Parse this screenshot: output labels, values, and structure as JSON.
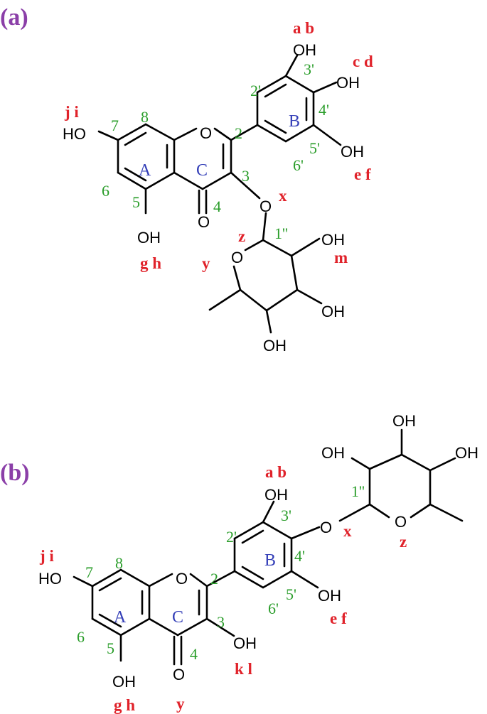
{
  "panel_a": {
    "tag": "(a)",
    "atoms": {
      "oh_3p": "OH",
      "oh_4p": "OH",
      "oh_5p": "OH",
      "oh_7": "HO",
      "oh_5": "OH",
      "o_ring": "O",
      "o_link": "O",
      "o_carbonyl": "O",
      "o_sugar": "O",
      "oh_s1": "OH",
      "oh_s2": "OH",
      "oh_s3": "OH"
    },
    "numbers": {
      "n2p": "2'",
      "n3p": "3'",
      "n4p": "4'",
      "n5p": "5'",
      "n6p": "6'",
      "n2": "2",
      "n3": "3",
      "n4": "4",
      "n5": "5",
      "n6": "6",
      "n7": "7",
      "n8": "8",
      "n1pp": "1''"
    },
    "rings": {
      "A": "A",
      "B": "B",
      "C": "C"
    },
    "protons": {
      "ab": "a b",
      "cd": "c d",
      "ef": "e f",
      "ji": "j i",
      "gh": "g h",
      "x": "x",
      "y": "y",
      "z": "z",
      "m": "m"
    }
  },
  "panel_b": {
    "tag": "(b)",
    "atoms": {
      "oh_3p": "OH",
      "o_link": "O",
      "oh_5p": "OH",
      "oh_7": "HO",
      "oh_5": "OH",
      "oh_3": "OH",
      "o_ring": "O",
      "o_carbonyl": "O",
      "o_sugar": "O",
      "oh_s1": "OH",
      "oh_s2": "OH",
      "oh_s3": "OH"
    },
    "numbers": {
      "n2p": "2'",
      "n3p": "3'",
      "n4p": "4'",
      "n5p": "5'",
      "n6p": "6'",
      "n2": "2",
      "n3": "3",
      "n4": "4",
      "n5": "5",
      "n6": "6",
      "n7": "7",
      "n8": "8",
      "n1pp": "1''"
    },
    "rings": {
      "A": "A",
      "B": "B",
      "C": "C"
    },
    "protons": {
      "ab": "a b",
      "ef": "e f",
      "ji": "j i",
      "gh": "g h",
      "kl": "k l",
      "x": "x",
      "y": "y",
      "z": "z"
    }
  }
}
